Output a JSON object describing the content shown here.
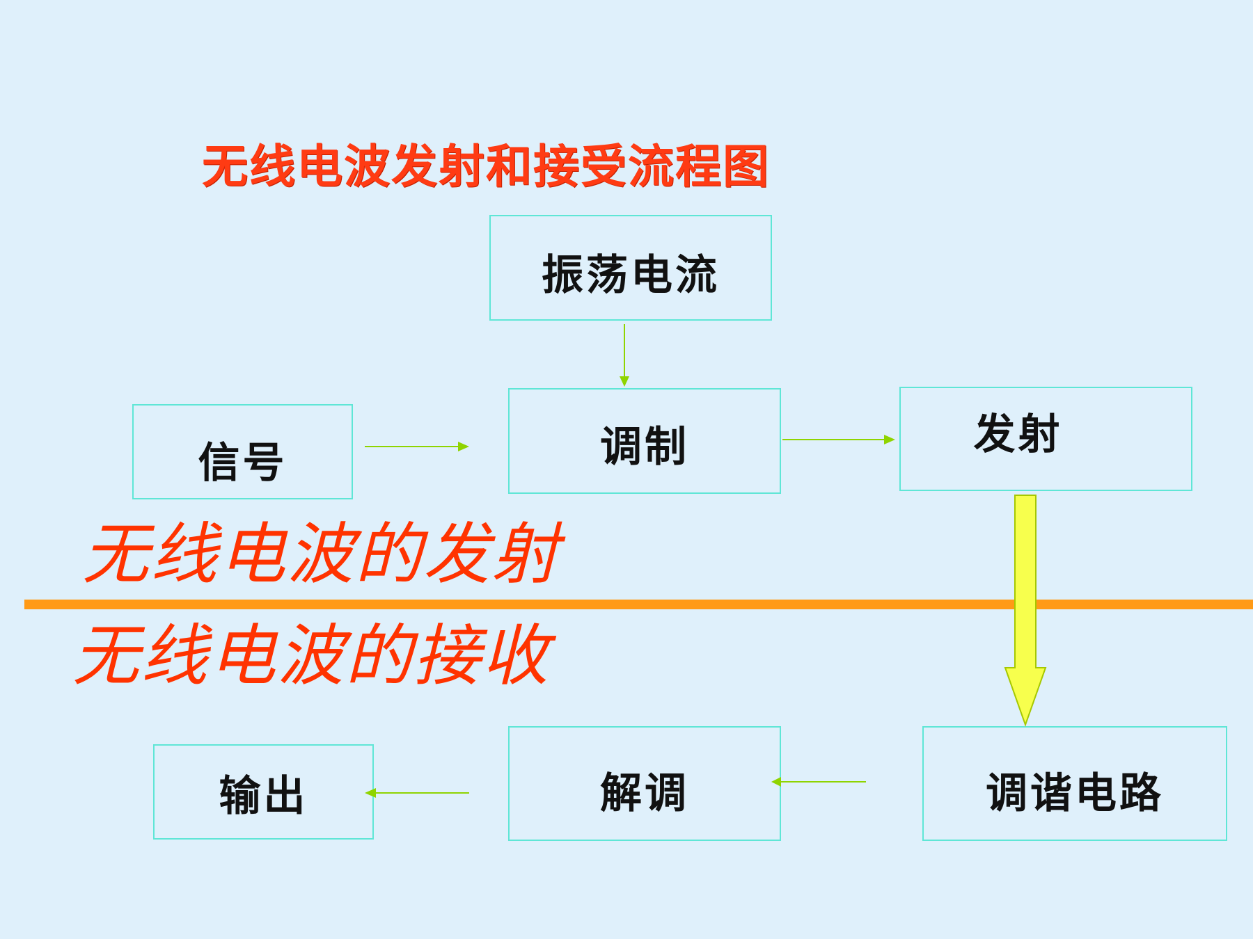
{
  "title": "无线电波发射和接受流程图",
  "boxes": {
    "oscillating_current": "振荡电流",
    "signal": "信号",
    "modulation": "调制",
    "emission": "发射",
    "output": "输出",
    "demodulation": "解调",
    "tuning_circuit": "调谐电路"
  },
  "sections": {
    "transmit": "无线电波的发射",
    "receive": "无线电波的接收"
  },
  "colors": {
    "background": "#dff0fb",
    "title": "#ff3b13",
    "box_border": "#5fe6d6",
    "thin_arrow": "#8fd400",
    "divider": "#ff9a16",
    "big_arrow_fill": "#f7ff4d",
    "big_arrow_stroke": "#a6c800"
  }
}
